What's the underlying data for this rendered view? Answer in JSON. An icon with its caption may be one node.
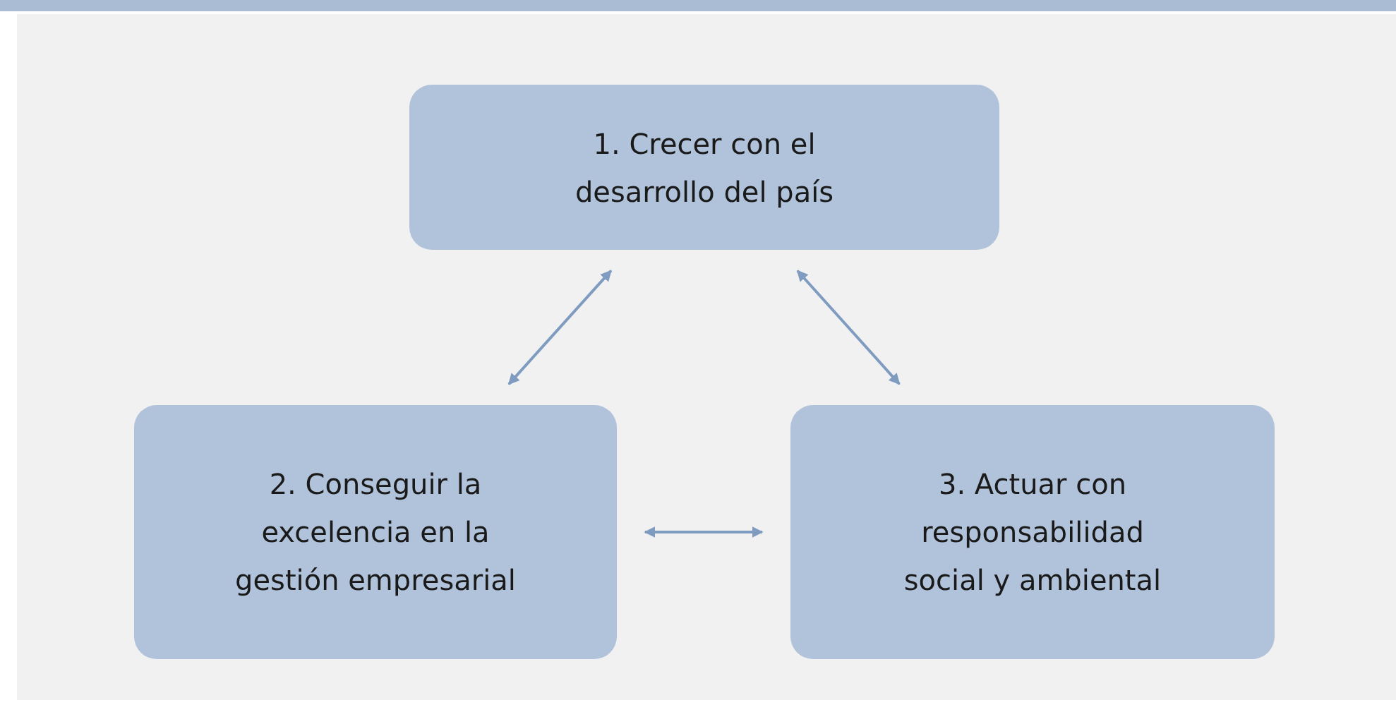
{
  "diagram": {
    "nodes": [
      {
        "text": [
          "1. Crecer con el desarrollo del país"
        ]
      },
      {
        "text": [
          "2. Conseguir la excelencia en la gestión empresarial"
        ]
      },
      {
        "text": [
          "3. Actuar con responsabilidad social y ambiental"
        ]
      }
    ],
    "edges": [
      {
        "from": 1,
        "to": 0,
        "arrow": "both"
      },
      {
        "from": 0,
        "to": 2,
        "arrow": "both"
      },
      {
        "from": 1,
        "to": 2,
        "arrow": "both"
      }
    ]
  }
}
